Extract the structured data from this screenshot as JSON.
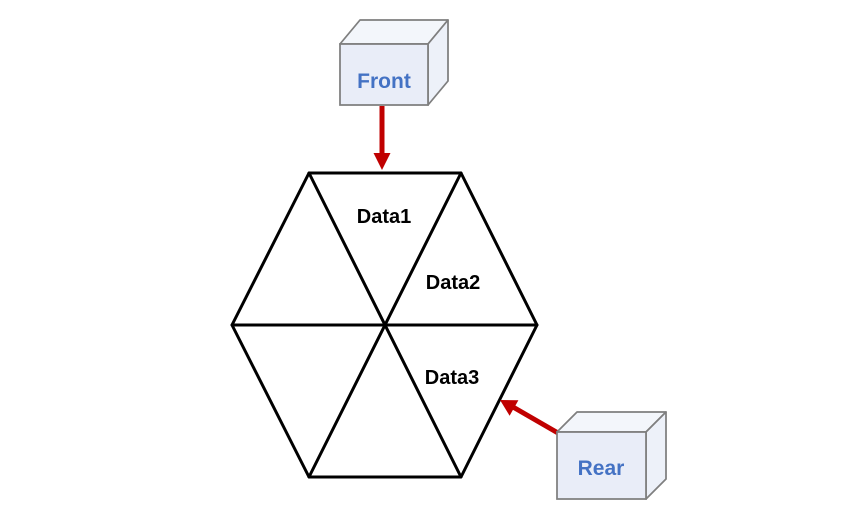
{
  "hexagon": {
    "section_labels": [
      "Data1",
      "Data2",
      "Data3"
    ]
  },
  "nodes": {
    "front": {
      "label": "Front"
    },
    "rear": {
      "label": "Rear"
    }
  },
  "colors": {
    "background": "#FFFFFF",
    "hexagon_line": "#000000",
    "arrow": "#C00000",
    "cube_fill": "#E9EDF8",
    "cube_fill_top": "#F3F6FB",
    "cube_fill_side": "#EDF1F9",
    "cube_border": "#7F7F7F",
    "cube_label_color": "#4472C4",
    "section_label_color": "#000000"
  }
}
